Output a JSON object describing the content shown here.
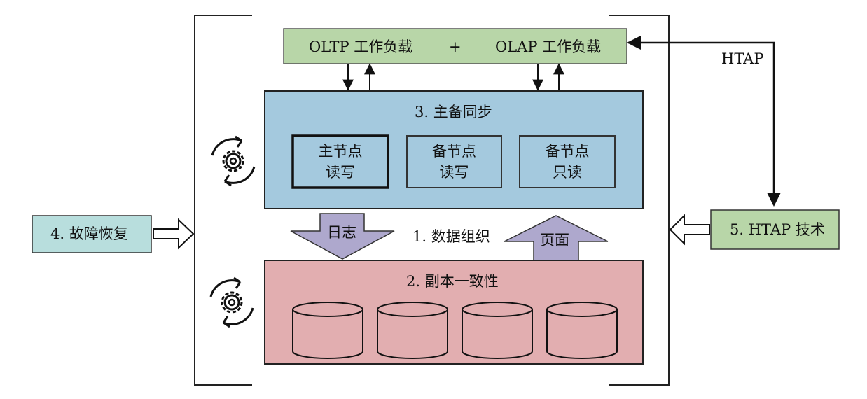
{
  "workload": {
    "oltp": "OLTP 工作负载",
    "plus": "+",
    "olap": "OLAP 工作负载",
    "color": "#b8d6a8"
  },
  "htap_link_label": "HTAP",
  "sync": {
    "title": "3. 主备同步",
    "color": "#a4c9de",
    "nodes": [
      {
        "line1": "主节点",
        "line2": "读写"
      },
      {
        "line1": "备节点",
        "line2": "读写"
      },
      {
        "line1": "备节点",
        "line2": "只读"
      }
    ]
  },
  "data_org": {
    "label": "1. 数据组织",
    "log_arrow": "日志",
    "page_arrow": "页面",
    "arrow_color": "#aea8cd"
  },
  "consistency": {
    "title": "2. 副本一致性",
    "color": "#e2aeb0",
    "disk_count": 4
  },
  "fault_recovery": {
    "label": "4. 故障恢复",
    "color": "#b8dedd"
  },
  "htap_tech": {
    "label": "5. HTAP 技术",
    "color": "#b8d6a8"
  },
  "icons": [
    "gear-cycle-icon",
    "gear-cycle-icon"
  ]
}
